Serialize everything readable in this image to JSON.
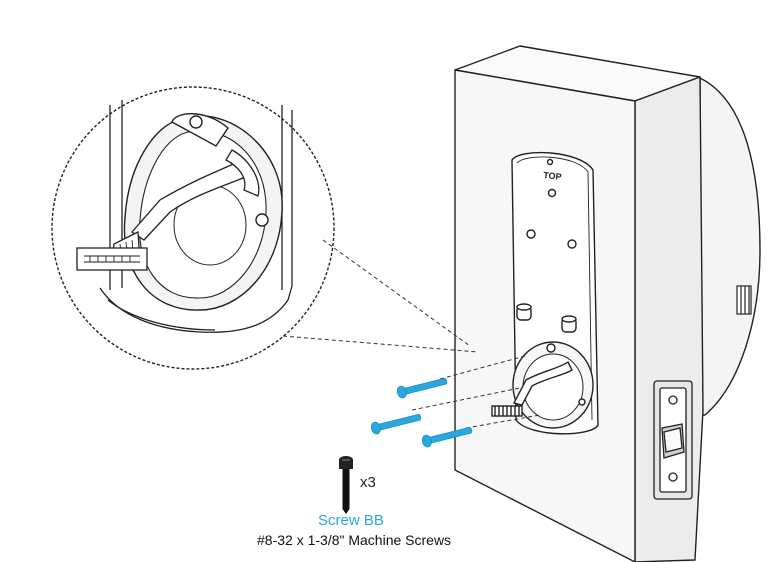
{
  "plate_label": "TOP",
  "screw": {
    "quantity": "x3",
    "name": "Screw BB",
    "description": "#8-32 x 1-3/8\" Machine Screws"
  },
  "colors": {
    "accent": "#29a8e0",
    "line": "#222222",
    "door_fill": "#f2f2f2"
  }
}
